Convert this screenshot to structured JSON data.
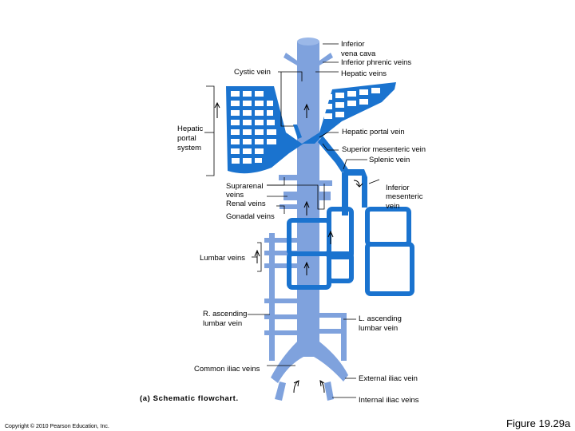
{
  "labels": {
    "ivc_1": "Inferior",
    "ivc_2": "vena cava",
    "inferior_phrenic": "Inferior phrenic veins",
    "hepatic_veins": "Hepatic veins",
    "cystic_vein": "Cystic vein",
    "hps_1": "Hepatic",
    "hps_2": "portal",
    "hps_3": "system",
    "hepatic_portal_vein": "Hepatic portal vein",
    "superior_mesenteric": "Superior mesenteric vein",
    "splenic": "Splenic vein",
    "suprarenal_1": "Suprarenal",
    "suprarenal_2": "veins",
    "renal": "Renal veins",
    "gonadal": "Gonadal veins",
    "inf_mes_1": "Inferior",
    "inf_mes_2": "mesenteric",
    "inf_mes_3": "vein",
    "lumbar": "Lumbar veins",
    "r_asc_1": "R. ascending",
    "r_asc_2": "lumbar vein",
    "l_asc_1": "L. ascending",
    "l_asc_2": "lumbar vein",
    "common_iliac": "Common iliac veins",
    "external_iliac": "External iliac vein",
    "internal_iliac": "Internal iliac veins"
  },
  "caption": "(a) Schematic flowchart.",
  "copyright": "Copyright © 2010 Pearson Education, Inc.",
  "figure_number": "Figure 19.29a",
  "colors": {
    "systemic_vein": "#7fa2dd",
    "portal_vein": "#1a73cf",
    "background": "#ffffff"
  }
}
